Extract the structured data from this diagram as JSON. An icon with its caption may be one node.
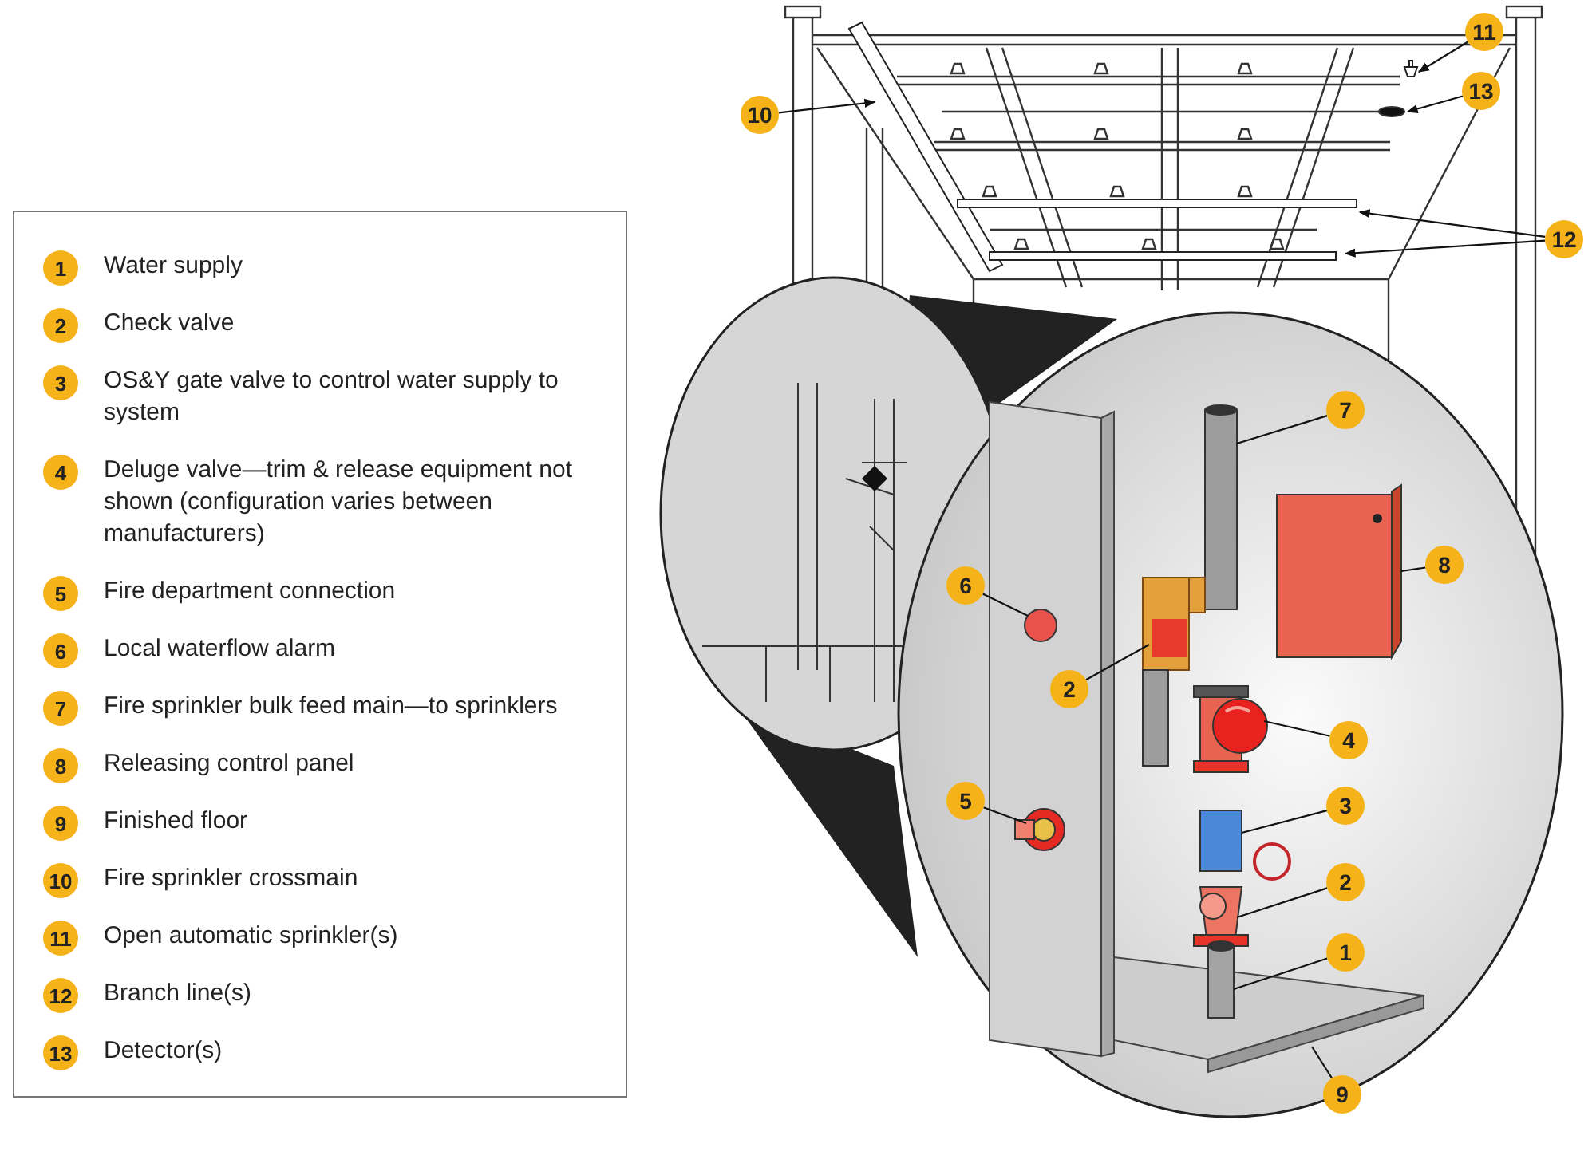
{
  "diagram": {
    "nodes": [
      {
        "text": [
          "11"
        ]
      },
      {
        "text": [],
        "shape": "picture"
      },
      {
        "text": [
          "13"
        ]
      },
      {
        "text": [],
        "shape": "circle"
      },
      {
        "text": [
          "10"
        ]
      },
      {
        "text": [],
        "shape": "picture"
      },
      {
        "text": [
          "12"
        ]
      },
      {
        "text": [],
        "shape": "bar"
      },
      {
        "text": [],
        "shape": "bar"
      },
      {
        "text": [
          "7"
        ]
      },
      {
        "text": [],
        "shape": "cylinder"
      },
      {
        "text": [
          "8"
        ]
      },
      {
        "text": [],
        "shape": "picture"
      },
      {
        "text": [
          "6"
        ]
      },
      {
        "text": [],
        "shape": "circle"
      },
      {
        "text": [
          "2"
        ]
      },
      {
        "text": [],
        "shape": "picture"
      },
      {
        "text": [
          "4"
        ]
      },
      {
        "text": [],
        "shape": "picture"
      },
      {
        "text": [
          "5"
        ]
      },
      {
        "text": [],
        "shape": "picture"
      },
      {
        "text": [
          "3"
        ]
      },
      {
        "text": [],
        "shape": "picture"
      },
      {
        "text": [
          "2"
        ]
      },
      {
        "text": [],
        "shape": "picture"
      },
      {
        "text": [
          "1"
        ]
      },
      {
        "text": [],
        "shape": "cylinder"
      },
      {
        "text": [
          "9"
        ]
      },
      {
        "text": [],
        "shape": "picture"
      }
    ],
    "edges": [
      {
        "from": 0,
        "to": 1,
        "arrow": "to"
      },
      {
        "from": 2,
        "to": 3,
        "arrow": "to"
      },
      {
        "from": 4,
        "to": 5,
        "arrow": "to"
      },
      {
        "from": 6,
        "to": 7,
        "arrow": "to"
      },
      {
        "from": 6,
        "to": 8,
        "arrow": "to"
      },
      {
        "from": 9,
        "to": 10,
        "arrow": "none"
      },
      {
        "from": 11,
        "to": 12,
        "arrow": "none"
      },
      {
        "from": 13,
        "to": 14,
        "arrow": "none"
      },
      {
        "from": 15,
        "to": 16,
        "arrow": "none"
      },
      {
        "from": 17,
        "to": 18,
        "arrow": "none"
      },
      {
        "from": 19,
        "to": 20,
        "arrow": "none"
      },
      {
        "from": 21,
        "to": 22,
        "arrow": "none"
      },
      {
        "from": 23,
        "to": 24,
        "arrow": "none"
      },
      {
        "from": 25,
        "to": 26,
        "arrow": "none"
      },
      {
        "from": 27,
        "to": 28,
        "arrow": "none"
      }
    ],
    "labels": [
      "1",
      "Water supply",
      "2",
      "Check valve",
      "3",
      "OS&Y gate valve to control water supply to system",
      "4",
      "Deluge valve—trim & release equipment not shown (configuration varies between manufacturers)",
      "5",
      "Fire department connection",
      "6",
      "Local waterflow alarm",
      "7",
      "Fire sprinkler bulk feed main—to sprinklers",
      "8",
      "Releasing control panel",
      "9",
      "Finished floor",
      "10",
      "Fire sprinkler crossmain",
      "11",
      "Open automatic sprinkler(s)",
      "12",
      "Branch line(s)",
      "13",
      "Detector(s)"
    ]
  }
}
